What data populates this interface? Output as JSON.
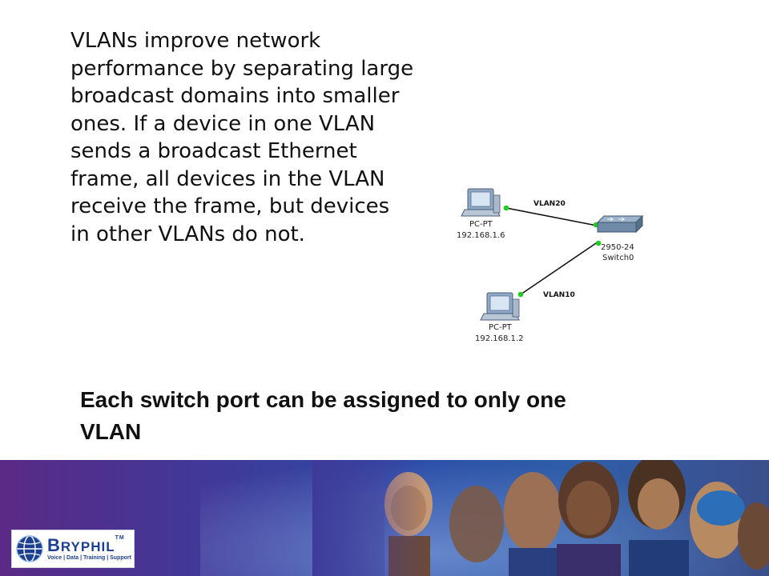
{
  "body_text": "VLANs improve network performance by separating large broadcast domains into smaller ones. If a device in one VLAN sends a broadcast Ethernet frame, all devices in the VLAN receive the frame, but devices in other VLANs do not.",
  "emphasis_text": "Each switch port can be assigned to only one VLAN",
  "diagram": {
    "pc_top": {
      "type": "PC-PT",
      "ip": "192.168.1.6"
    },
    "pc_bottom": {
      "type": "PC-PT",
      "ip": "192.168.1.2"
    },
    "switch": {
      "model": "2950-24",
      "name": "Switch0"
    },
    "link_top_label": "VLAN20",
    "link_bottom_label": "VLAN10",
    "link_color": "#111111",
    "port_color": "#22cc22"
  },
  "logo": {
    "name_part1": "B",
    "name_part2": "RYP",
    "name_part3": "HIL",
    "trademark": "TM",
    "tagline": "Voice | Data | Training | Support"
  },
  "colors": {
    "footer_start": "#5a2a86",
    "footer_end": "#3b4f8c",
    "logo_blue": "#1d3f8f"
  }
}
